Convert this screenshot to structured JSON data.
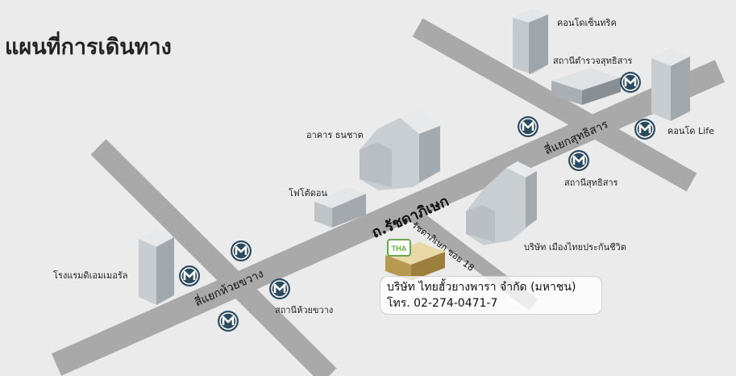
{
  "title": "แผนที่การเดินทาง",
  "roads": {
    "ratchadaphisek": "ถ.รัชดาภิเษก",
    "soi18": "รัชดาภิเษก ซอย 18",
    "huai_khwang_intersection": "สี่แยกห้วยขวาง",
    "sutthisan_intersection": "สี่แยกสุทธิสาร"
  },
  "places": {
    "condo_centric": "คอนโดเซ็นทริค",
    "police_sutthisan": "สถานีตำรวจสุทธิสาร",
    "condo_life": "คอนโด Life",
    "thanachart": "อาคาร ธนชาต",
    "photo_hotel": "โฟโต้ดอน",
    "sutthisan_station": "สถานีสุทธิสาร",
    "muang_thai": "บริษัท เมืองไทยประกันชีวิต",
    "emerald_hotel": "โรงแรมดิเอมเมอรัล",
    "huai_khwang_station": "สถานีห้วยขวาง"
  },
  "company": {
    "name": "บริษัท ไทยฮั้วยางพารา จำกัด (มหาชน)",
    "phone": "โทร. 02-274-0471-7",
    "logo_text": "THA"
  },
  "icons": {
    "metro": "metro-m-icon"
  },
  "colors": {
    "road": "#a9a9a9",
    "metro_fill": "#2c4a60",
    "logo_green": "#6aa84f",
    "building": "#d2d6d9"
  }
}
